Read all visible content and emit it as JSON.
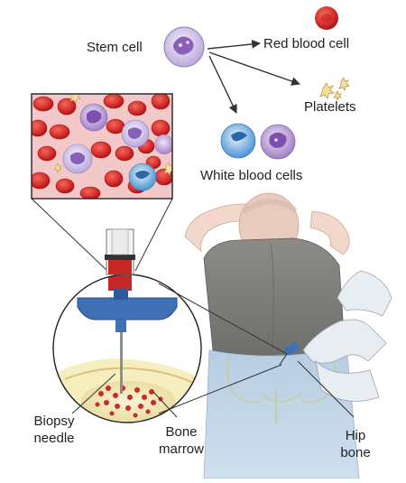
{
  "labels": {
    "stem_cell": "Stem cell",
    "red_blood_cell": "Red blood cell",
    "platelets": "Platelets",
    "white_blood_cells": "White blood cells",
    "biopsy_needle_line1": "Biopsy",
    "biopsy_needle_line2": "needle",
    "bone_marrow_line1": "Bone",
    "bone_marrow_line2": "marrow",
    "hip_bone_line1": "Hip",
    "hip_bone_line2": "bone"
  },
  "colors": {
    "red_cell": "#d42a2a",
    "stem_cell": "#c8b7e6",
    "white_cell_blue": "#5aa0da",
    "white_cell_purple": "#a98ac8",
    "syringe_blue": "#3f6fb5",
    "marrow_fill": "#f3e9b9"
  }
}
